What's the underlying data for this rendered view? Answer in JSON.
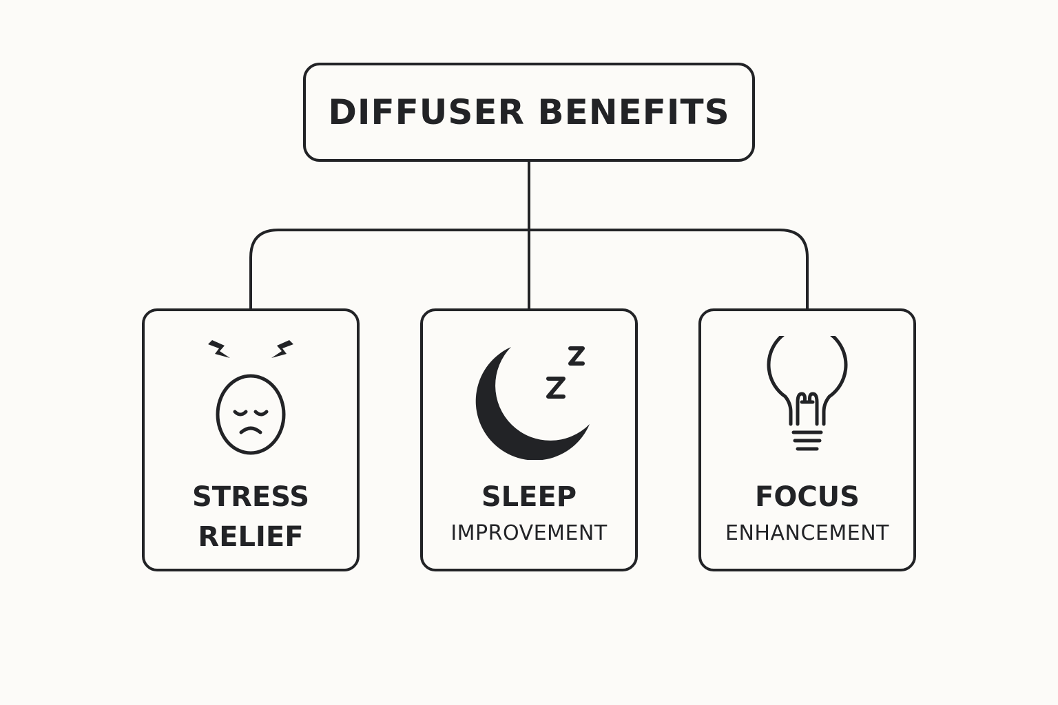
{
  "title": "DIFFUSER BENEFITS",
  "benefits": [
    {
      "line1": "STRESS",
      "line2": "RELIEF",
      "icon": "stressed-face-icon"
    },
    {
      "line1": "SLEEP",
      "line2": "IMPROVEMENT",
      "icon": "moon-sleep-icon"
    },
    {
      "line1": "FOCUS",
      "line2": "ENHANCEMENT",
      "icon": "lightbulb-icon"
    }
  ],
  "colors": {
    "ink": "#222326",
    "background": "#fcfbf8"
  }
}
